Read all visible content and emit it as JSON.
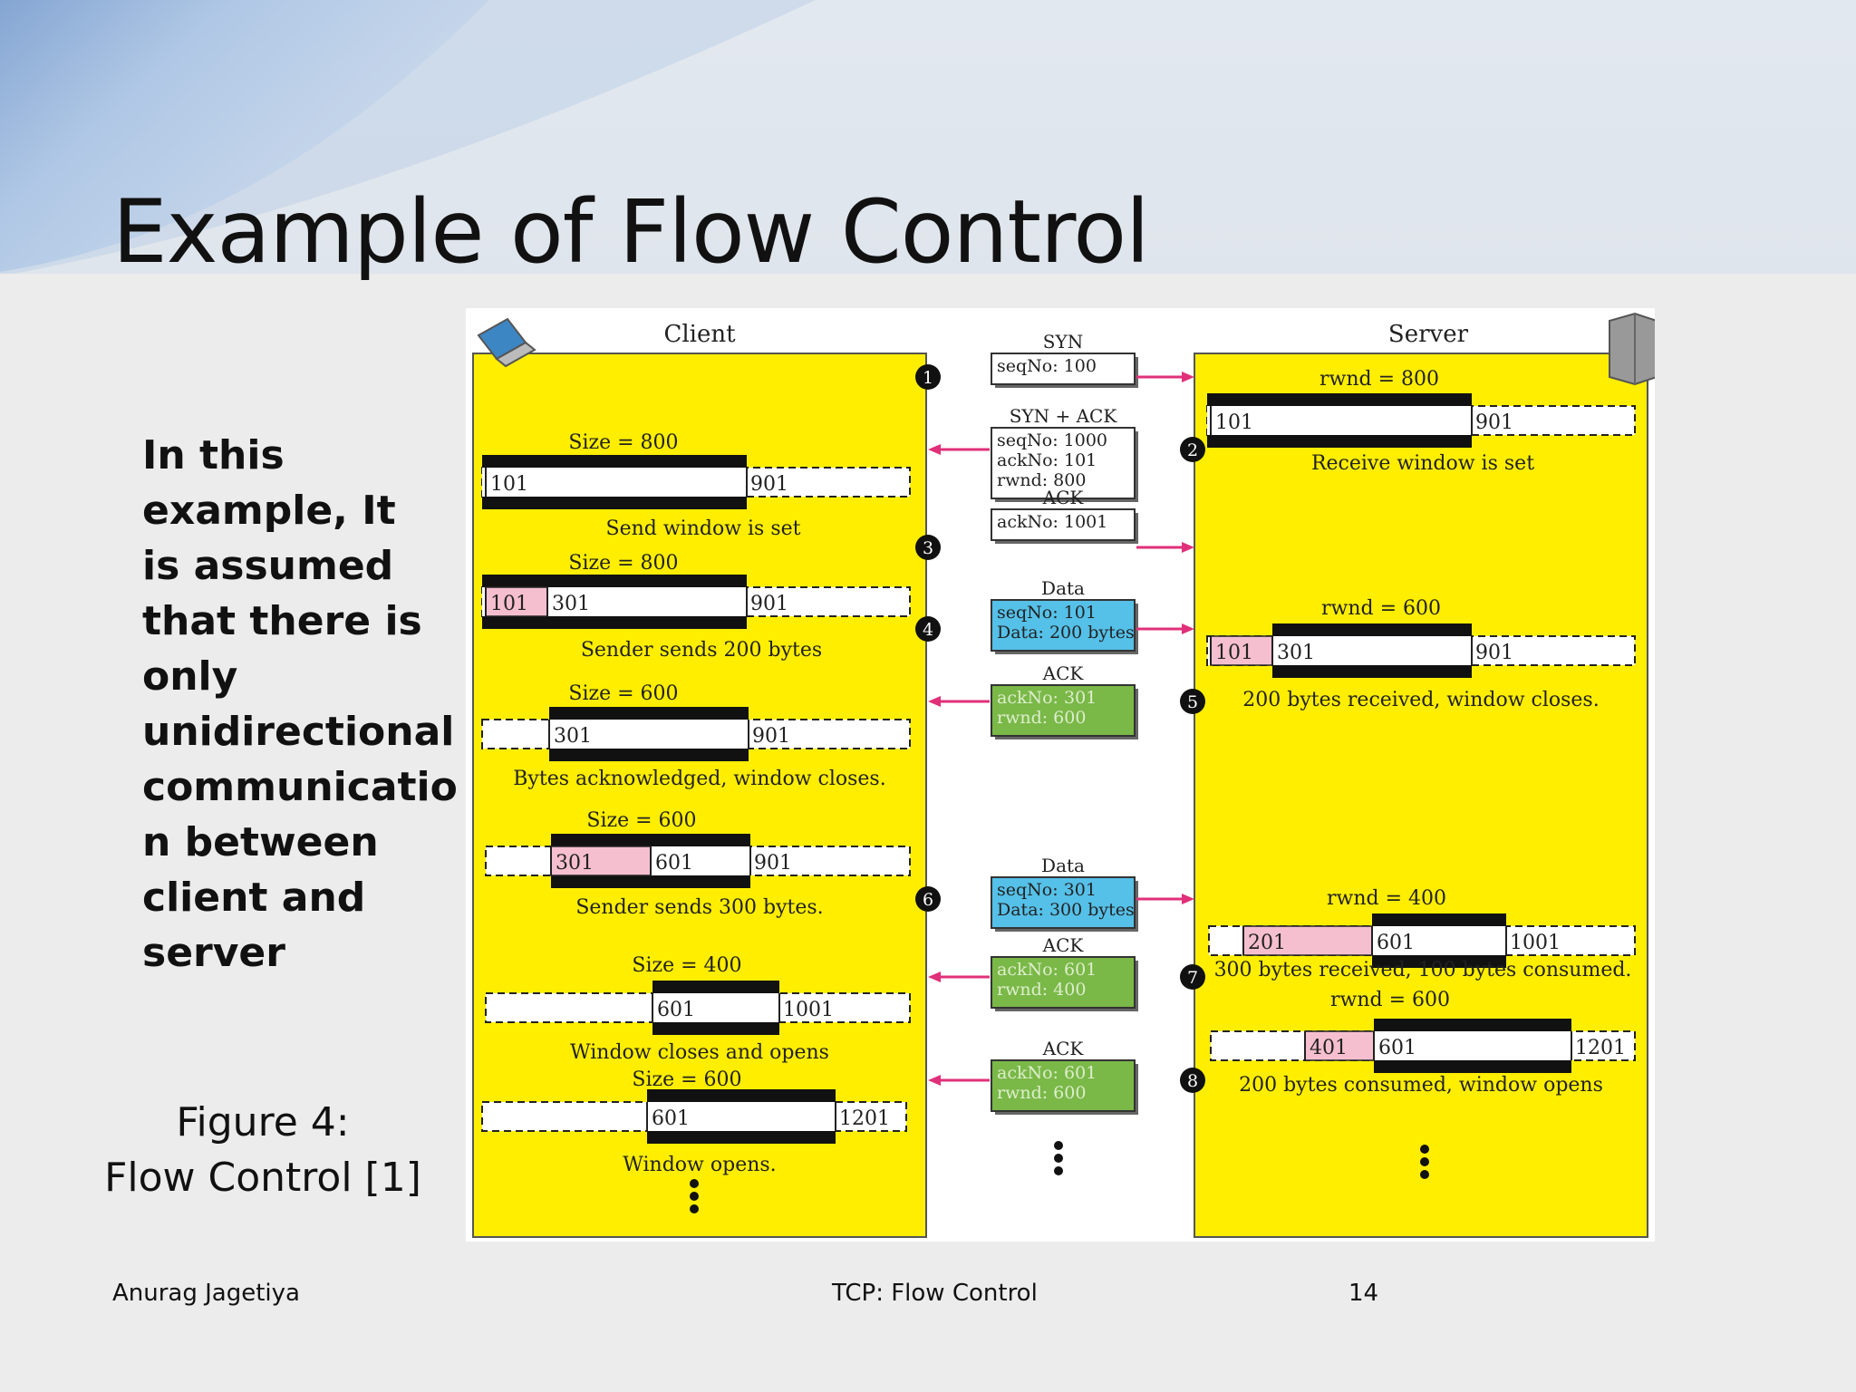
{
  "slide": {
    "title": "Example of Flow Control",
    "body": "In this example, It is assumed that there is only unidirectional communicatio n between client and server",
    "caption": "Figure  4:\nFlow Control [1]",
    "footer": {
      "author": "Anurag Jagetiya",
      "topic": "TCP: Flow Control",
      "page": "14"
    }
  },
  "colors": {
    "lane": "#ffee00",
    "data_box": "#55c0e8",
    "ack_box": "#7ab848",
    "arrow": "#e0307a",
    "sent_cell": "#f6bfd0"
  },
  "diagram": {
    "client_label": "Client",
    "server_label": "Server",
    "client_notes": [
      "Size = 800",
      "Send window is set",
      "Size = 800",
      "Sender sends 200 bytes",
      "Size = 600",
      "Bytes acknowledged, window closes.",
      "Size = 600",
      "Sender sends 300 bytes.",
      "Size = 400",
      "Window closes and opens",
      "Size = 600",
      "Window opens."
    ],
    "server_notes": [
      "rwnd = 800",
      "Receive window is set",
      "rwnd = 600",
      "200 bytes received, window closes.",
      "rwnd = 400",
      "300 bytes received, 100 bytes consumed.",
      "rwnd = 600",
      "200 bytes consumed, window opens"
    ],
    "client_windows": [
      {
        "cells": [
          "101"
        ],
        "end": "901"
      },
      {
        "cells": [
          "101",
          "301"
        ],
        "end": "901"
      },
      {
        "cells": [
          "301"
        ],
        "end": "901"
      },
      {
        "cells": [
          "301",
          "601"
        ],
        "end": "901"
      },
      {
        "cells": [
          "601"
        ],
        "end": "1001"
      },
      {
        "cells": [
          "601"
        ],
        "end": "1201"
      }
    ],
    "server_windows": [
      {
        "cells": [
          "101"
        ],
        "end": "901"
      },
      {
        "cells": [
          "101",
          "301"
        ],
        "end": "901"
      },
      {
        "cells": [
          "201",
          "601"
        ],
        "end": "1001"
      },
      {
        "cells": [
          "401",
          "601"
        ],
        "end": "1201"
      }
    ],
    "segments": [
      {
        "step": "1",
        "header": "SYN",
        "lines": [
          "seqNo: 100"
        ],
        "kind": "syn",
        "direction": "to-server"
      },
      {
        "step": "2",
        "header": "SYN + ACK",
        "lines": [
          "seqNo: 1000",
          "ackNo: 101",
          "rwnd: 800"
        ],
        "kind": "syn",
        "direction": "to-client"
      },
      {
        "step": "3",
        "header": "ACK",
        "lines": [
          "ackNo: 1001"
        ],
        "kind": "syn",
        "direction": "to-server"
      },
      {
        "step": "4",
        "header": "Data",
        "lines": [
          "seqNo: 101",
          "Data: 200 bytes"
        ],
        "kind": "data",
        "direction": "to-server"
      },
      {
        "step": "5",
        "header": "ACK",
        "lines": [
          "ackNo: 301",
          "rwnd: 600"
        ],
        "kind": "ack",
        "direction": "to-client"
      },
      {
        "step": "6",
        "header": "Data",
        "lines": [
          "seqNo: 301",
          "Data: 300 bytes"
        ],
        "kind": "data",
        "direction": "to-server"
      },
      {
        "step": "7",
        "header": "ACK",
        "lines": [
          "ackNo: 601",
          "rwnd: 400"
        ],
        "kind": "ack",
        "direction": "to-client"
      },
      {
        "step": "8",
        "header": "ACK",
        "lines": [
          "ackNo: 601",
          "rwnd: 600"
        ],
        "kind": "ack",
        "direction": "to-client"
      }
    ]
  }
}
